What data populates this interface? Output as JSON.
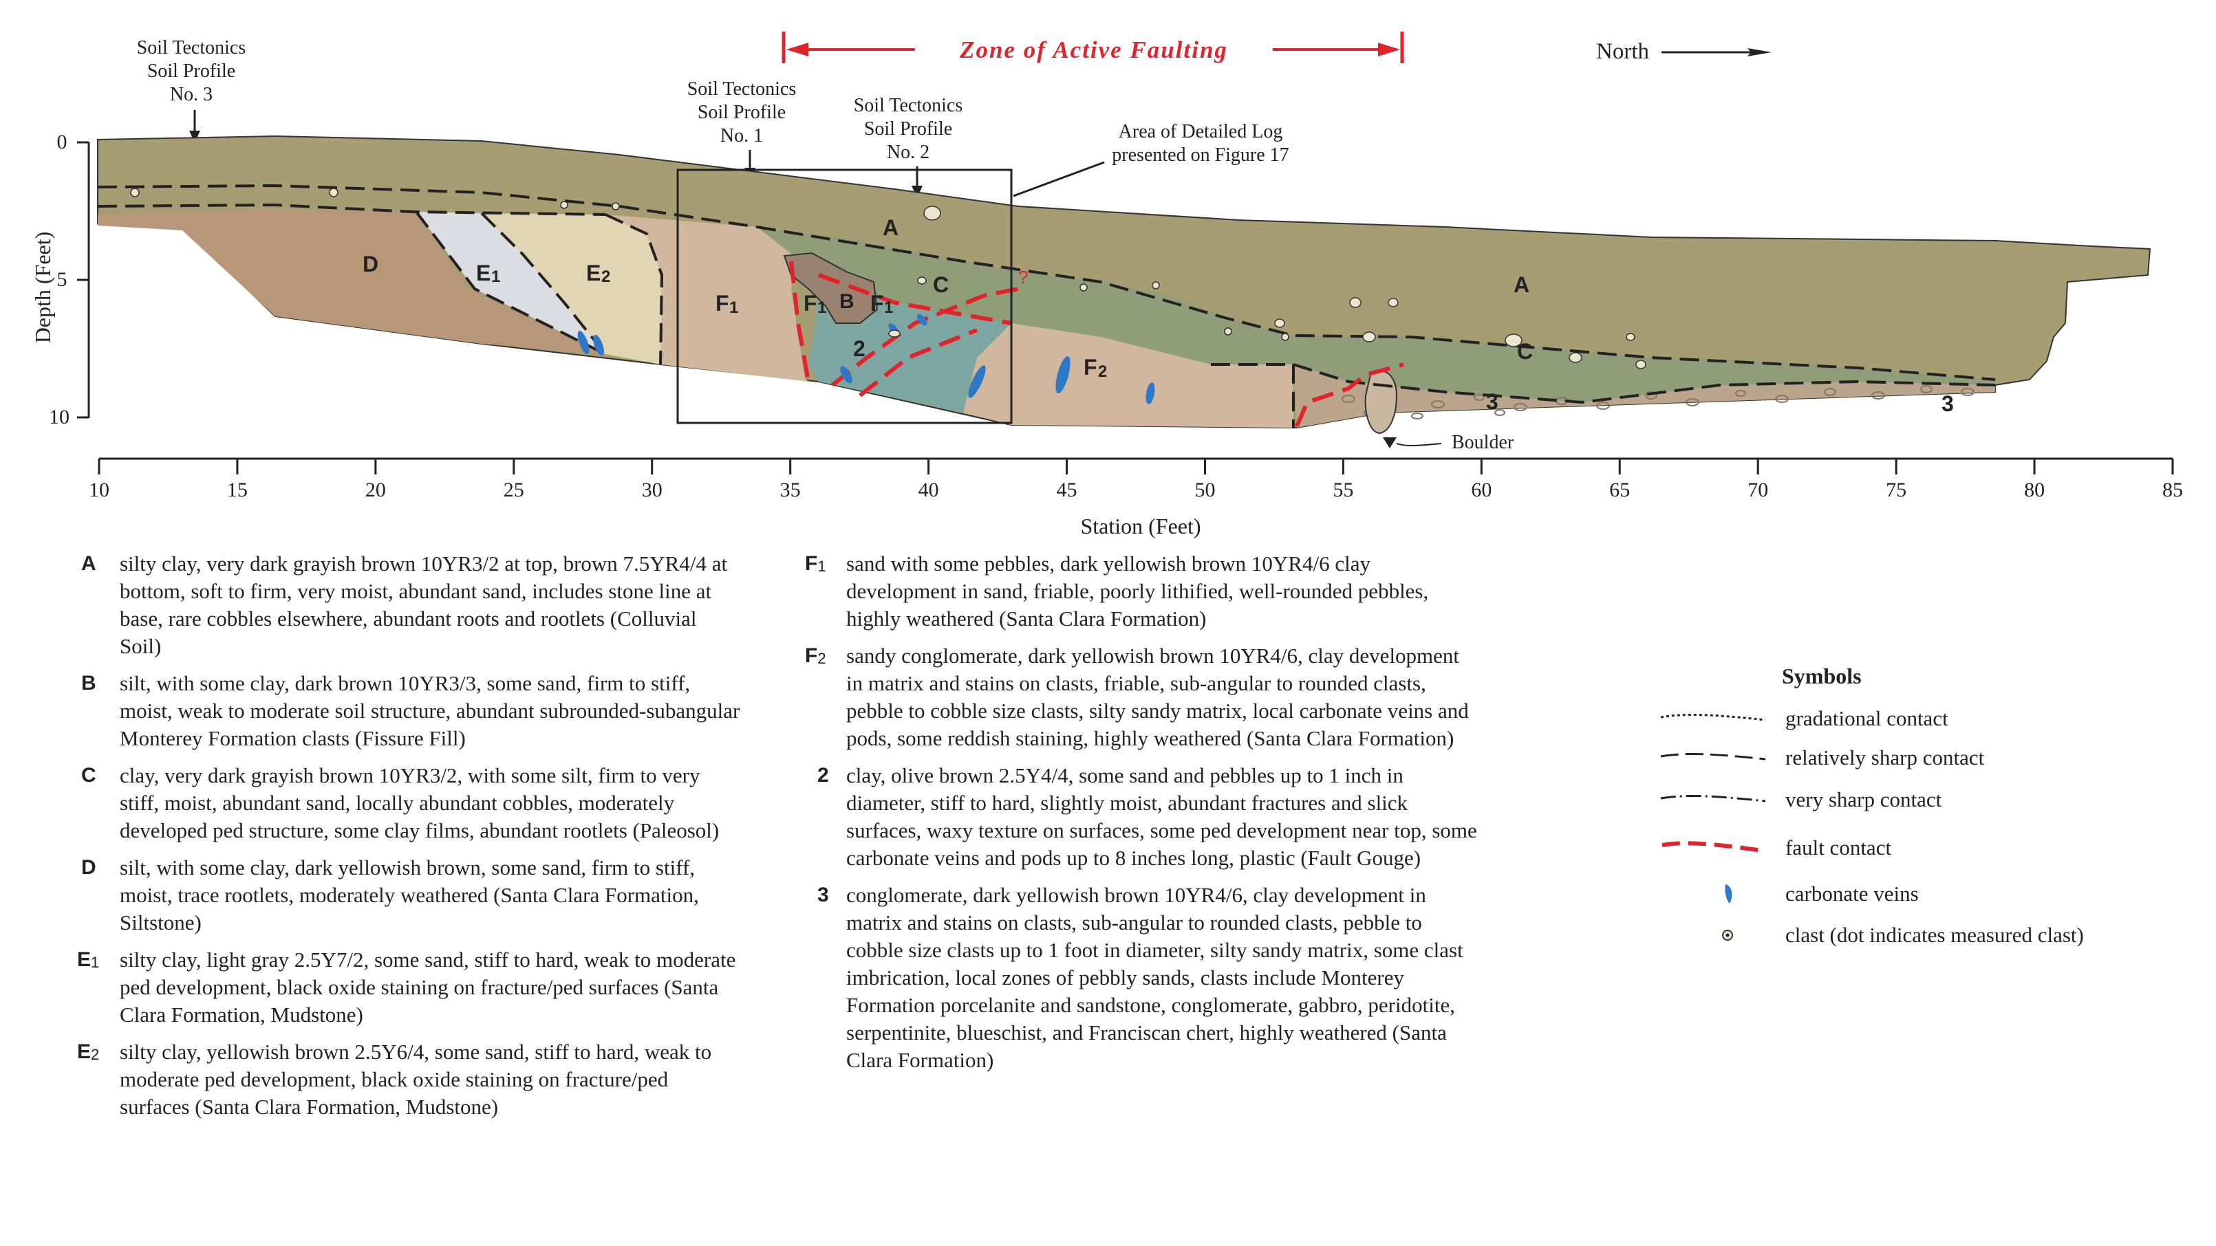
{
  "header": {
    "zone_label": "Zone of Active Faulting",
    "north_label": "North"
  },
  "profiles": [
    {
      "line1": "Soil Tectonics",
      "line2": "Soil Profile",
      "line3": "No. 3"
    },
    {
      "line1": "Soil Tectonics",
      "line2": "Soil Profile",
      "line3": "No. 1"
    },
    {
      "line1": "Soil Tectonics",
      "line2": "Soil Profile",
      "line3": "No. 2"
    }
  ],
  "detail_note": {
    "line1": "Area of Detailed Log",
    "line2": "presented on Figure 17"
  },
  "boulder_label": "Boulder",
  "fault_query": "?",
  "axes": {
    "y_title": "Depth   (Feet)",
    "y_ticks": [
      "0",
      "5",
      "10"
    ],
    "x_title": "Station (Feet)",
    "x_ticks": [
      "10",
      "15",
      "20",
      "25",
      "30",
      "35",
      "40",
      "45",
      "50",
      "55",
      "60",
      "65",
      "70",
      "75",
      "80",
      "85"
    ]
  },
  "units": {
    "A": "A",
    "B": "B",
    "C": "C",
    "D": "D",
    "E1_main": "E",
    "E1_sub": "1",
    "E2_main": "E",
    "E2_sub": "2",
    "F1_main": "F",
    "F1_sub": "1",
    "F2_main": "F",
    "F2_sub": "2",
    "U2": "2",
    "U3": "3"
  },
  "colors": {
    "unitA": "#a69e72",
    "unitC": "#8f9e78",
    "unitD": "#b8967a",
    "unitE1": "#dcdde2",
    "unitE2": "#e2d5b4",
    "unitF": "#d2b79f",
    "unit2": "#7fa7a2",
    "unit3": "#bba58c",
    "unitB": "#9a8270",
    "fault": "#e0242b",
    "carbonate": "#2f78c8",
    "zone": "#e0242b"
  },
  "legend_left": [
    {
      "code": "A",
      "sub": "",
      "text": "silty clay, very dark grayish brown 10YR3/2 at top, brown 7.5YR4/4 at bottom, soft to firm, very moist, abundant sand, includes stone line at base, rare cobbles elsewhere, abundant roots and rootlets (Colluvial Soil)"
    },
    {
      "code": "B",
      "sub": "",
      "text": "silt, with some clay, dark brown 10YR3/3, some sand, firm to stiff, moist, weak to moderate soil structure, abundant subrounded-subangular Monterey Formation clasts (Fissure Fill)"
    },
    {
      "code": "C",
      "sub": "",
      "text": "clay, very dark grayish brown 10YR3/2, with some silt, firm to very stiff, moist, abundant sand, locally abundant cobbles, moderately developed ped structure, some clay films, abundant rootlets (Paleosol)"
    },
    {
      "code": "D",
      "sub": "",
      "text": "silt, with some clay, dark yellowish brown, some sand, firm to stiff, moist, trace rootlets, moderately weathered (Santa Clara Formation, Siltstone)"
    },
    {
      "code": "E",
      "sub": "1",
      "text": "silty clay, light gray 2.5Y7/2, some sand, stiff to hard, weak to moderate ped development, black oxide staining on fracture/ped surfaces (Santa Clara Formation, Mudstone)"
    },
    {
      "code": "E",
      "sub": "2",
      "text": "silty clay, yellowish brown 2.5Y6/4, some sand, stiff to hard, weak to moderate ped development, black oxide staining on fracture/ped surfaces (Santa Clara Formation, Mudstone)"
    }
  ],
  "legend_right": [
    {
      "code": "F",
      "sub": "1",
      "text": "sand with some pebbles, dark yellowish brown 10YR4/6 clay development in sand, friable, poorly lithified, well-rounded pebbles, highly weathered (Santa Clara Formation)"
    },
    {
      "code": "F",
      "sub": "2",
      "text": "sandy conglomerate, dark yellowish brown 10YR4/6, clay development in matrix and stains on clasts, friable, sub-angular to rounded clasts, pebble to cobble size clasts, silty sandy matrix, local carbonate veins and pods, some reddish staining, highly weathered (Santa Clara Formation)"
    },
    {
      "code": "2",
      "sub": "",
      "text": "clay, olive brown 2.5Y4/4, some sand and pebbles up to 1 inch in diameter, stiff to hard, slightly moist, abundant fractures and slick surfaces, waxy texture on surfaces, some ped development near top, some carbonate veins and pods up to 8 inches long, plastic (Fault Gouge)"
    },
    {
      "code": "3",
      "sub": "",
      "text": "conglomerate, dark yellowish brown 10YR4/6, clay development in matrix and stains on clasts, sub-angular to rounded clasts, pebble to cobble size clasts up to 1 foot in diameter, silty sandy matrix, some clast imbrication, local zones of pebbly sands, clasts include Monterey Formation porcelanite and sandstone, conglomerate, gabbro, peridotite, serpentinite, blueschist, and Franciscan chert, highly weathered  (Santa Clara Formation)"
    }
  ],
  "symbols": {
    "title": "Symbols",
    "items": [
      {
        "label": "gradational contact",
        "icon": "dotted-line-icon"
      },
      {
        "label": "relatively sharp contact",
        "icon": "dashed-line-icon"
      },
      {
        "label": "very sharp contact",
        "icon": "dash-dot-line-icon"
      },
      {
        "label": "fault contact",
        "icon": "red-dashed-line-icon"
      },
      {
        "label": "carbonate veins",
        "icon": "carbonate-vein-icon"
      },
      {
        "label": "clast (dot indicates measured clast)",
        "icon": "clast-icon"
      }
    ]
  }
}
